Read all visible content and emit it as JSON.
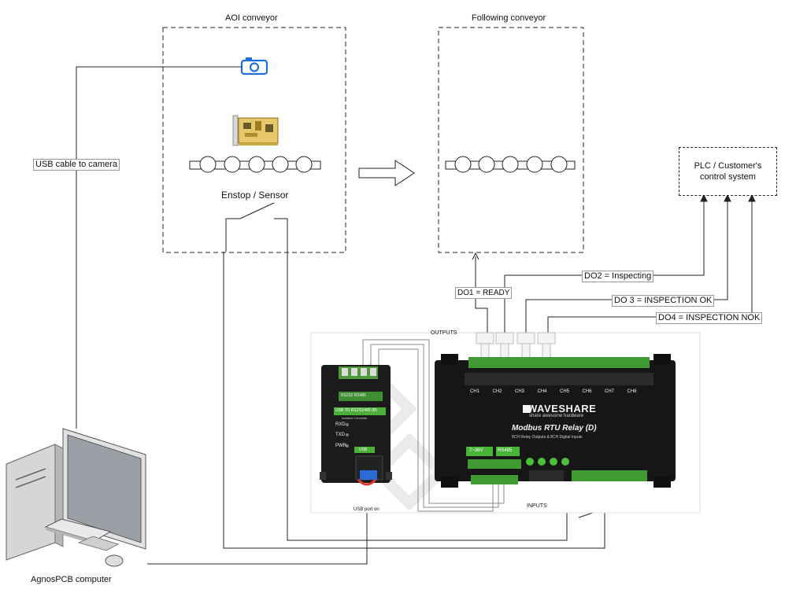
{
  "conveyors": {
    "aoi_title": "AOI conveyor",
    "following_title": "Following conveyor",
    "estop_label": "Enstop / Sensor"
  },
  "labels": {
    "usb_camera": "USB cable to camera",
    "computer": "AgnosPCB computer",
    "plc": "PLC / Customer's control system",
    "do1": "DO1 = READY",
    "do2": "DO2 = Inspecting",
    "do3": "DO 3 = INSPECTION OK",
    "do4": "DO4 = INSPECTION NOK",
    "outputs": "OUTPUTS",
    "inputs": "INPUTS",
    "usb_port": "USB port on"
  },
  "relay": {
    "brand": "WAVESHARE",
    "tagline": "share awesome hardware",
    "model": "Modbus RTU Relay (D)",
    "subtitle": "8CH Relay Outputs & 8CH Digital Inputs",
    "channels": [
      "CH1",
      "CH2",
      "CH3",
      "CH4",
      "CH5",
      "CH6",
      "CH7",
      "CH8"
    ],
    "power": "7~36V",
    "rs485": "RS485"
  },
  "converter": {
    "ports": "RS232   RS485",
    "title": "USB TO RS232/485 (B)",
    "subtitle": "Isolated Converter",
    "rxd": "RXD",
    "txd": "TXD",
    "pwr": "PWR",
    "usb": "USB"
  }
}
